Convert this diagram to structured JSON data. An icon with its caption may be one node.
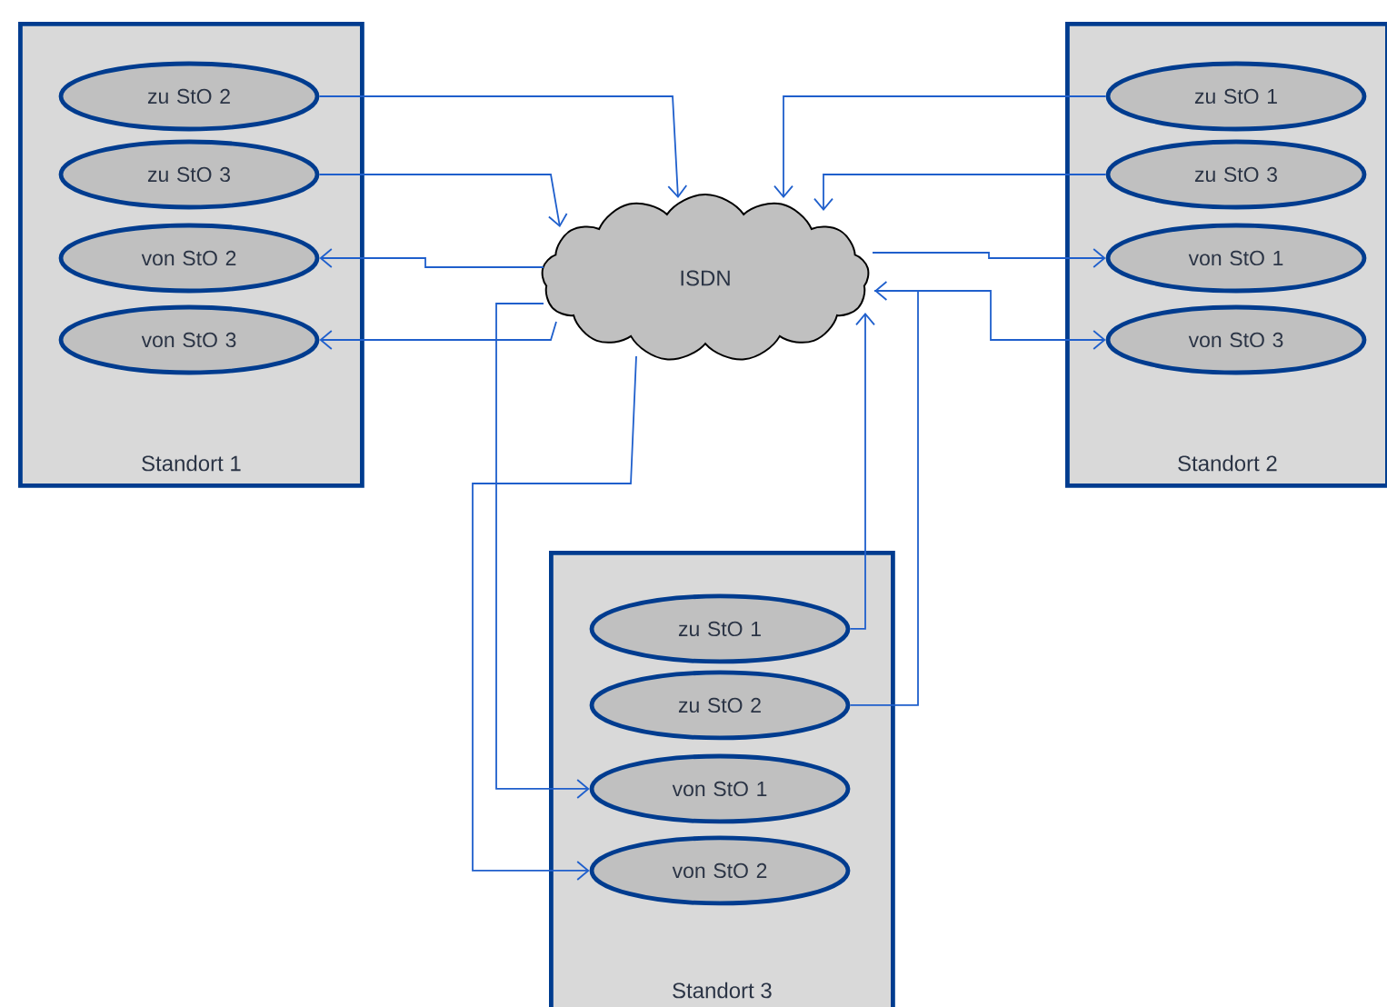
{
  "diagram": {
    "nodes": [
      {
        "text": [
          "Standort 1"
        ]
      },
      {
        "text": [
          "zu StO 2"
        ],
        "in": 0
      },
      {
        "text": [
          "zu StO 3"
        ],
        "in": 0
      },
      {
        "text": [
          "von StO 2"
        ],
        "in": 0
      },
      {
        "text": [
          "von StO 3"
        ],
        "in": 0
      },
      {
        "text": [
          "Standort 2"
        ]
      },
      {
        "text": [
          "zu StO 1"
        ],
        "in": 5
      },
      {
        "text": [
          "zu StO 3"
        ],
        "in": 5
      },
      {
        "text": [
          "von StO 1"
        ],
        "in": 5
      },
      {
        "text": [
          "von StO 3"
        ],
        "in": 5
      },
      {
        "text": [
          "Standort 3"
        ]
      },
      {
        "text": [
          "zu StO 1"
        ],
        "in": 10
      },
      {
        "text": [
          "zu StO 2"
        ],
        "in": 10
      },
      {
        "text": [
          "von StO 1"
        ],
        "in": 10
      },
      {
        "text": [
          "von StO 2"
        ],
        "in": 10
      },
      {
        "text": [
          "ISDN"
        ]
      }
    ],
    "edges": [
      {
        "from": 1,
        "to": 15,
        "arrow": "to"
      },
      {
        "from": 2,
        "to": 15,
        "arrow": "to"
      },
      {
        "from": 15,
        "to": 3,
        "arrow": "to"
      },
      {
        "from": 15,
        "to": 4,
        "arrow": "to"
      },
      {
        "from": 6,
        "to": 15,
        "arrow": "to"
      },
      {
        "from": 7,
        "to": 15,
        "arrow": "to"
      },
      {
        "from": 15,
        "to": 8,
        "arrow": "to"
      },
      {
        "from": 15,
        "to": 9,
        "arrow": "to"
      },
      {
        "from": 11,
        "to": 15,
        "arrow": "to"
      },
      {
        "from": 12,
        "to": 15,
        "arrow": "to"
      },
      {
        "from": 15,
        "to": 13,
        "arrow": "to"
      },
      {
        "from": 15,
        "to": 14,
        "arrow": "to"
      }
    ]
  }
}
